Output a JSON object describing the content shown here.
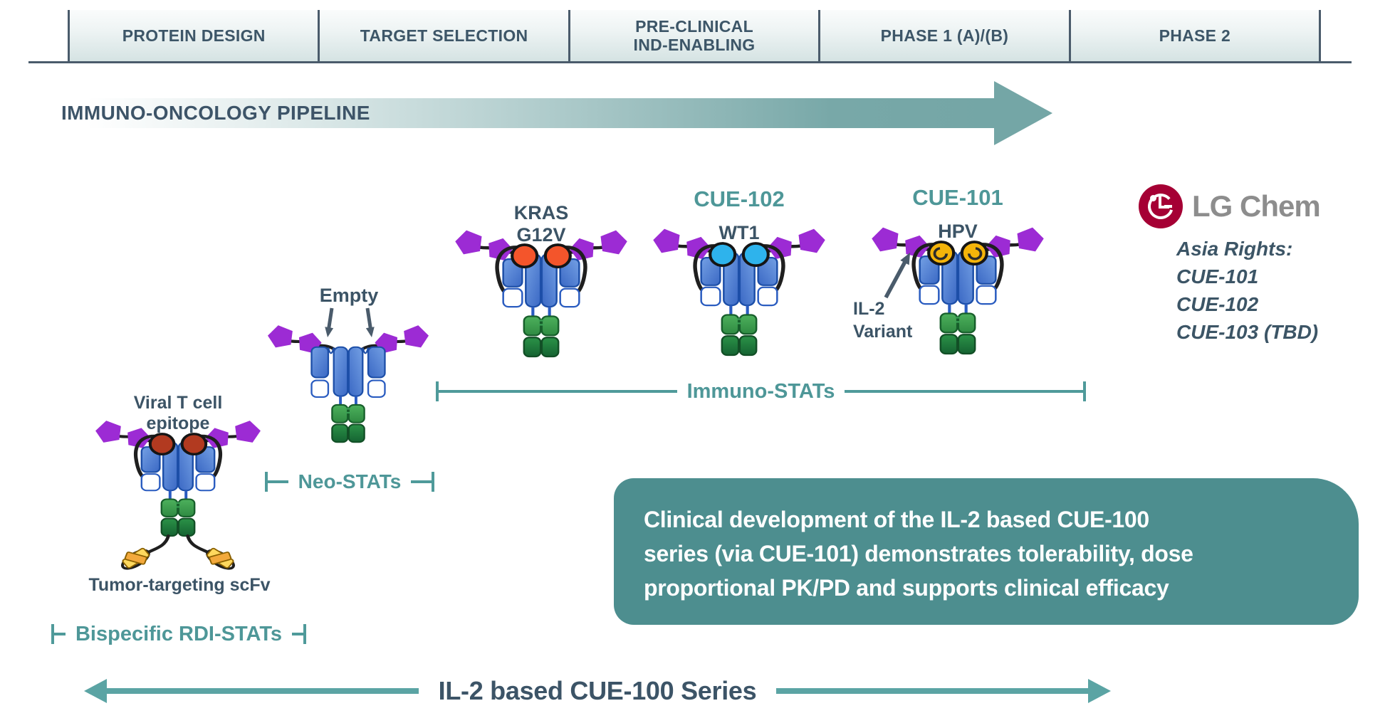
{
  "header": {
    "stages": [
      "PROTEIN DESIGN",
      "TARGET SELECTION",
      "PRE-CLINICAL\nIND-ENABLING",
      "PHASE 1 (A)/(B)",
      "PHASE 2"
    ]
  },
  "pipeline_arrow": {
    "label": "IMMUNO-ONCOLOGY PIPELINE"
  },
  "molecules": {
    "bispecific": {
      "variant": "bispecific",
      "epitope_color": "#b23a20",
      "label_top": "Viral T cell\nepitope",
      "label_bottom": "Tumor-targeting scFv"
    },
    "empty": {
      "variant": "empty",
      "label": "Empty"
    },
    "kras": {
      "variant": "standard",
      "epitope_color": "#f4552b",
      "label": "KRAS\nG12V"
    },
    "cue102": {
      "variant": "standard",
      "epitope_color": "#2eb3ec",
      "title": "CUE-102",
      "label": "WT1"
    },
    "cue101": {
      "variant": "standard",
      "epitope_color": "#f4b40a",
      "hook": true,
      "title": "CUE-101",
      "label": "HPV"
    }
  },
  "annotations": {
    "il2_variant": "IL-2\nVariant"
  },
  "brackets": {
    "neo": "Neo-STATs",
    "immuno": "Immuno-STATs",
    "bispecific": "Bispecific RDI-STATs"
  },
  "lg": {
    "name": "LG Chem",
    "asia_rights_title": "Asia Rights:",
    "programs": [
      "CUE-101",
      "CUE-102",
      "CUE-103 (TBD)"
    ]
  },
  "callout": {
    "lines": [
      "Clinical development of the IL-2 based CUE-100",
      "series (via CUE-101) demonstrates tolerability, dose",
      "proportional PK/PD and supports clinical efficacy"
    ]
  },
  "bottom_arrow": {
    "label": "IL-2 based CUE-100 Series"
  },
  "colors": {
    "slate_text": "#3c5466",
    "teal_text": "#4e9798",
    "teal_bracket": "#4f9a9a",
    "pipeline_arrow_teal": "#74a6a6",
    "bottom_arrow_teal": "#5ba4a4",
    "callout_bg": "#4d8e8f",
    "pentagon_purple": "#9c2bd4",
    "lg_crimson": "#a50034",
    "lg_gray": "#8d8d8d"
  }
}
